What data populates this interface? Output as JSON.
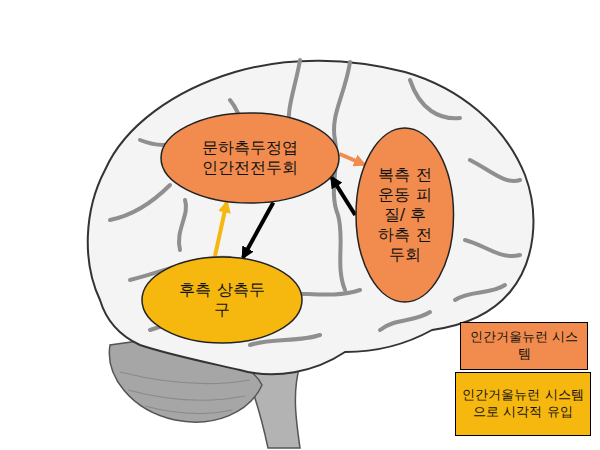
{
  "diagram": {
    "nodes": [
      {
        "text": [
          "문하측두정엽 인간전전두회"
        ]
      },
      {
        "text": [
          "복측 전운동 피질/ 후하측 전두회"
        ]
      },
      {
        "text": [
          "후측 상측두구"
        ]
      }
    ],
    "edges": [
      {
        "from": 0,
        "to": 1,
        "arrow": "to"
      },
      {
        "from": 1,
        "to": 0,
        "arrow": "to"
      },
      {
        "from": 2,
        "to": 0,
        "arrow": "to"
      },
      {
        "from": 0,
        "to": 2,
        "arrow": "to"
      }
    ],
    "legend": [
      {
        "text": "인간거울뉴런 시스템",
        "color": "#f28c4e"
      },
      {
        "text": "인간거울뉴런 시스템으로 시각적 유입",
        "color": "#f6b80e"
      }
    ]
  }
}
